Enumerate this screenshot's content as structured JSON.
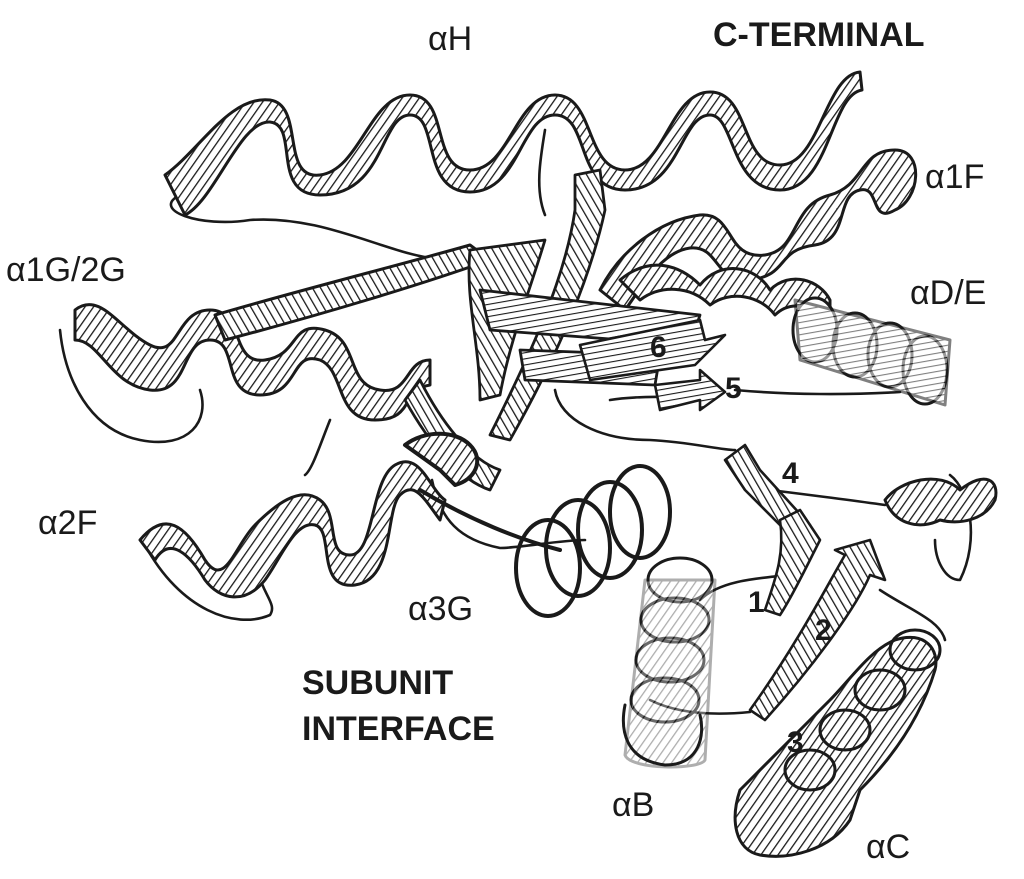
{
  "figure": {
    "ink_color": "#1a1a1a",
    "background_color": "#ffffff"
  },
  "labels": {
    "alpha_h": "αH",
    "c_terminal": "C-TERMINAL",
    "alpha_1f": "α1F",
    "alpha_1g_2g": "α1G/2G",
    "alpha_de": "αD/E",
    "alpha_2f": "α2F",
    "alpha_3g": "α3G",
    "alpha_b": "αB",
    "alpha_c": "αC",
    "subunit": "SUBUNIT",
    "interface": "INTERFACE"
  },
  "strands": {
    "s1": "1",
    "s2": "2",
    "s3": "3",
    "s4": "4",
    "s5": "5",
    "s6": "6"
  }
}
